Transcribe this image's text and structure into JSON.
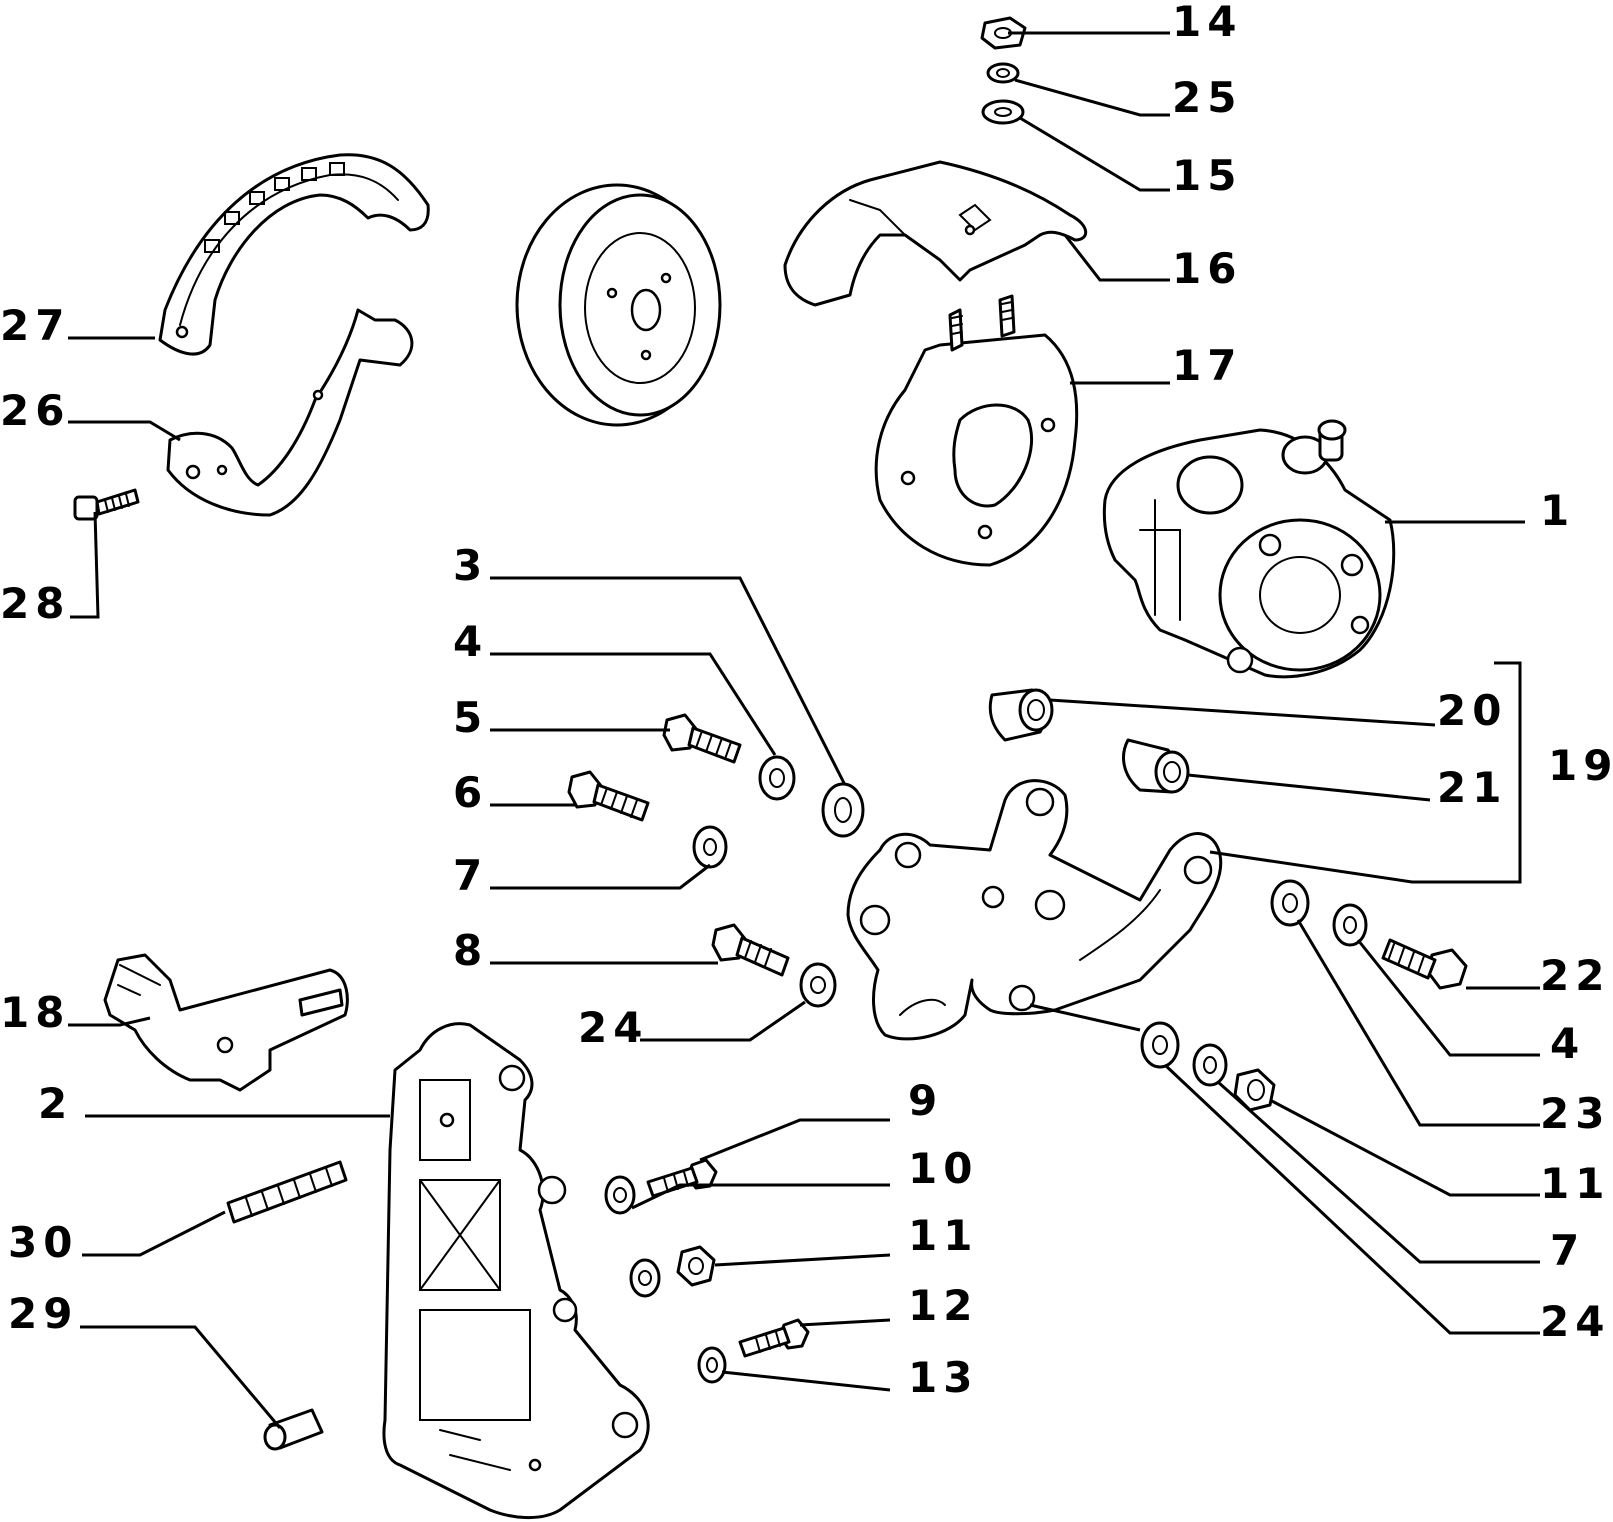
{
  "diagram": {
    "callouts": [
      {
        "id": "c14",
        "text": "14"
      },
      {
        "id": "c25",
        "text": "25"
      },
      {
        "id": "c15",
        "text": "15"
      },
      {
        "id": "c16",
        "text": "16"
      },
      {
        "id": "c17",
        "text": "17"
      },
      {
        "id": "c1",
        "text": "1"
      },
      {
        "id": "c27",
        "text": "27"
      },
      {
        "id": "c26",
        "text": "26"
      },
      {
        "id": "c28",
        "text": "28"
      },
      {
        "id": "c3",
        "text": "3"
      },
      {
        "id": "c4a",
        "text": "4"
      },
      {
        "id": "c5",
        "text": "5"
      },
      {
        "id": "c6",
        "text": "6"
      },
      {
        "id": "c7a",
        "text": "7"
      },
      {
        "id": "c8",
        "text": "8"
      },
      {
        "id": "c24a",
        "text": "24"
      },
      {
        "id": "c18",
        "text": "18"
      },
      {
        "id": "c2",
        "text": "2"
      },
      {
        "id": "c30",
        "text": "30"
      },
      {
        "id": "c29",
        "text": "29"
      },
      {
        "id": "c9",
        "text": "9"
      },
      {
        "id": "c10",
        "text": "10"
      },
      {
        "id": "c11a",
        "text": "11"
      },
      {
        "id": "c12",
        "text": "12"
      },
      {
        "id": "c13",
        "text": "13"
      },
      {
        "id": "c20",
        "text": "20"
      },
      {
        "id": "c21",
        "text": "21"
      },
      {
        "id": "c19",
        "text": "19"
      },
      {
        "id": "c22",
        "text": "22"
      },
      {
        "id": "c4b",
        "text": "4"
      },
      {
        "id": "c23",
        "text": "23"
      },
      {
        "id": "c11b",
        "text": "11"
      },
      {
        "id": "c7b",
        "text": "7"
      },
      {
        "id": "c24b",
        "text": "24"
      }
    ]
  }
}
